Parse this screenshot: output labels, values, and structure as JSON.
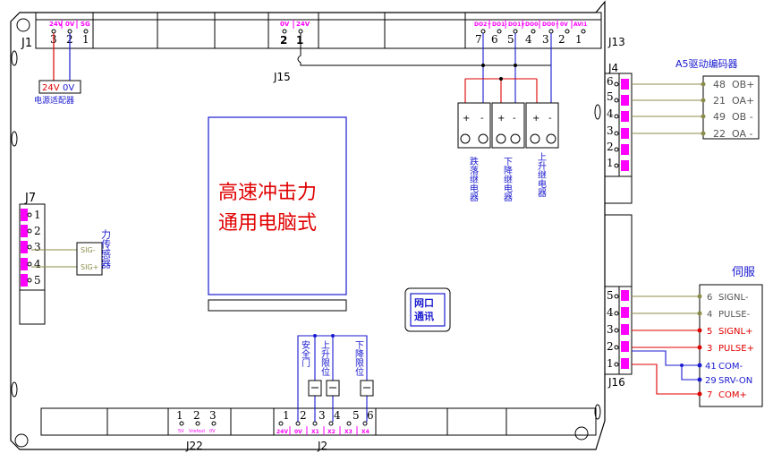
{
  "title_box": {
    "line1": "高速冲击力",
    "line2": "通用电脑式"
  },
  "net_port": {
    "line1": "网口",
    "line2": "通讯"
  },
  "connectors": {
    "j1": "J1",
    "j13": "J13",
    "j15": "J15",
    "j4": "J4",
    "j7": "J7",
    "j16": "J16",
    "j22": "J22",
    "j2": "J2"
  },
  "j1": {
    "pin_labels": [
      "24V",
      "0V",
      "SG"
    ],
    "pin_numbers": [
      "3",
      "2",
      "1"
    ]
  },
  "j15": {
    "pin_labels": [
      "0V",
      "24V"
    ],
    "pin_numbers": [
      "2",
      "1"
    ]
  },
  "j13": {
    "pin_labels": [
      "DO2+",
      "DO1-",
      "DO1+",
      "DO0-",
      "DO0+",
      "0V",
      "AVI1"
    ],
    "pin_numbers": [
      "7",
      "6",
      "5",
      "4",
      "3",
      "2",
      "1"
    ]
  },
  "power_adapter": {
    "v24": "24V",
    "v0": "0V",
    "label": "电源适配器"
  },
  "relays": [
    {
      "plus": "+",
      "minus": "-",
      "label": "跌落继电器"
    },
    {
      "plus": "+",
      "minus": "-",
      "label": "下降继电器"
    },
    {
      "plus": "+",
      "minus": "-",
      "label": "上升继电器"
    }
  ],
  "j4": {
    "pin_numbers": [
      "6",
      "5",
      "4",
      "3",
      "2",
      "1"
    ],
    "encoder_title": "A5驱动编码器",
    "encoder_pins": [
      {
        "num": "48",
        "name": "OB+"
      },
      {
        "num": "21",
        "name": "OA+"
      },
      {
        "num": "49",
        "name": "OB -"
      },
      {
        "num": "22",
        "name": "OA -"
      }
    ]
  },
  "j7": {
    "pin_numbers": [
      "1",
      "2",
      "3",
      "4",
      "5"
    ],
    "sensor_pins": [
      "SIG-",
      "SIG+"
    ],
    "sensor_label": "力传感器"
  },
  "j16": {
    "pin_numbers": [
      "5",
      "4",
      "3",
      "2",
      "1"
    ],
    "servo_title": "伺服",
    "servo_pins": [
      {
        "num": "6",
        "name": "SIGNL-"
      },
      {
        "num": "4",
        "name": "PULSE-"
      },
      {
        "num": "5",
        "name": "SIGNL+"
      },
      {
        "num": "3",
        "name": "PULSE+"
      },
      {
        "num": "41",
        "name": "COM-"
      },
      {
        "num": "29",
        "name": "SRV-ON"
      },
      {
        "num": "7",
        "name": "COM+"
      }
    ]
  },
  "limit_switches": [
    "安全门",
    "上升限位",
    "下降限位"
  ],
  "j22": {
    "pin_numbers": [
      "1",
      "2",
      "3"
    ],
    "pin_labels": [
      "5V",
      "Vrefout",
      "0V"
    ]
  },
  "j2": {
    "pin_numbers": [
      "1",
      "2",
      "3",
      "4",
      "5",
      "6"
    ],
    "pin_labels": [
      "24V",
      "0V",
      "X1",
      "X2",
      "X3",
      "X4"
    ]
  },
  "colors": {
    "red": "#e00000",
    "blue": "#1a1ad0",
    "olive": "#8c8c4a",
    "pink": "#ff00ff",
    "black": "#000000"
  }
}
